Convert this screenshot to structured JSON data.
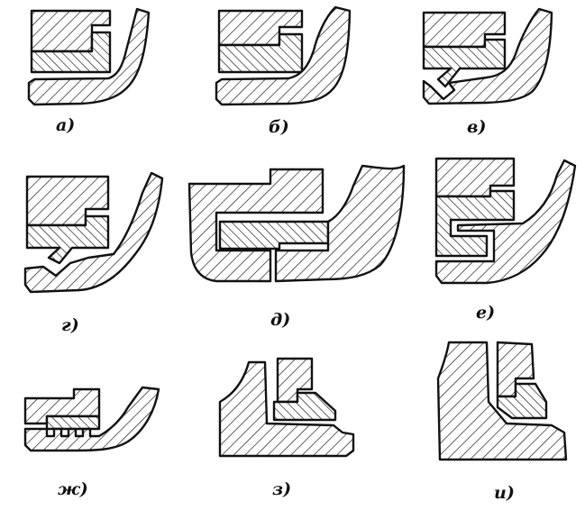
{
  "figures": [
    {
      "id": "a",
      "label": "а)"
    },
    {
      "id": "b",
      "label": "б)"
    },
    {
      "id": "v",
      "label": "в)"
    },
    {
      "id": "g",
      "label": "г)"
    },
    {
      "id": "d",
      "label": "д)"
    },
    {
      "id": "e",
      "label": "е)"
    },
    {
      "id": "zh",
      "label": "ж)"
    },
    {
      "id": "z",
      "label": "з)"
    },
    {
      "id": "i",
      "label": "и)"
    }
  ],
  "colors": {
    "ink": "#111111",
    "paper": "#ffffff"
  }
}
